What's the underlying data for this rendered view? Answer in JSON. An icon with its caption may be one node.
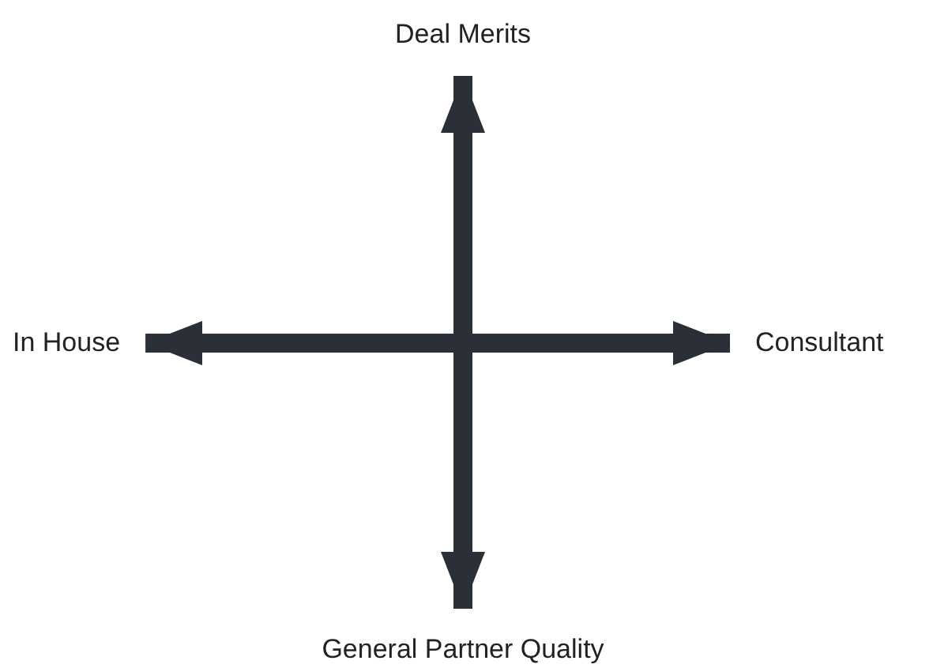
{
  "diagram": {
    "nodes": [
      {
        "text": [
          "Deal Merits"
        ]
      },
      {
        "text": [
          "In House"
        ]
      },
      {
        "text": [
          "Consultant"
        ]
      },
      {
        "text": [
          "General Partner Quality"
        ]
      }
    ],
    "edges": [
      {
        "from": 0,
        "to": 3,
        "arrow": "both"
      },
      {
        "from": 1,
        "to": 2,
        "arrow": "both"
      }
    ]
  }
}
